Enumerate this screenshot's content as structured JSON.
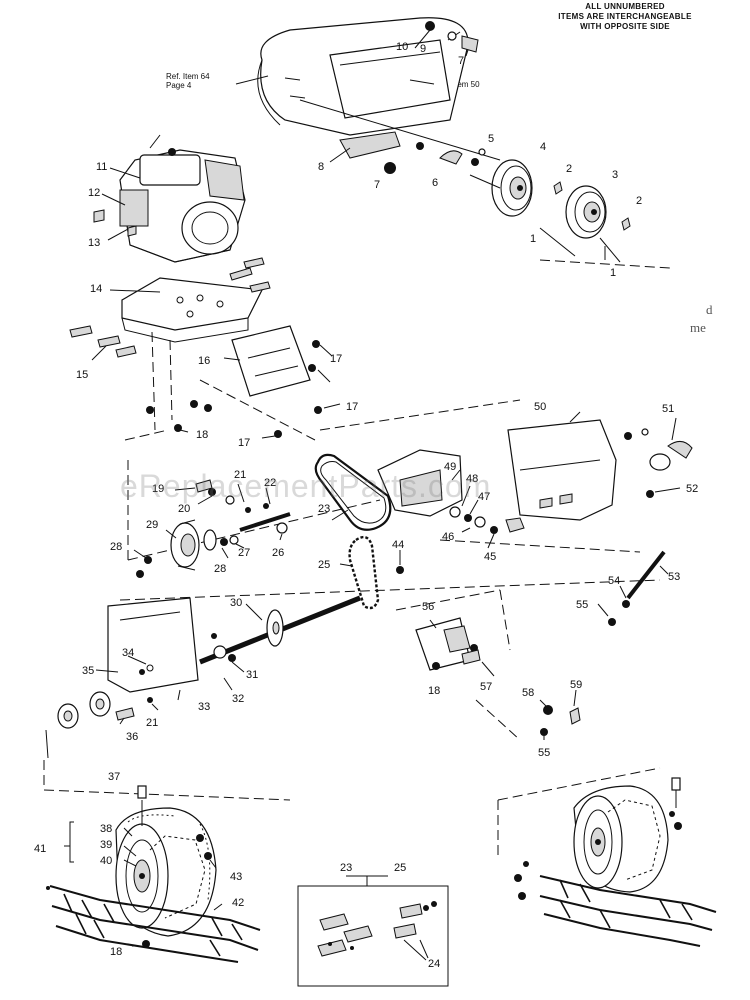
{
  "note": {
    "lines": [
      "ALL UNNUMBERED",
      "ITEMS ARE INTERCHANGEABLE",
      "WITH OPPOSITE SIDE"
    ]
  },
  "refs": {
    "ref_64": [
      "Ref. Item 64",
      "Page 4"
    ],
    "ref_50": "Ref. Item 50"
  },
  "watermark": "eReplacementParts.com",
  "fragment_text": [
    "d",
    "me"
  ],
  "inset": {
    "label_left": "23",
    "label_right": "25",
    "label_bottom": "24"
  },
  "callouts": [
    {
      "label": "10"
    },
    {
      "label": "9"
    },
    {
      "label": "7"
    },
    {
      "label": "8"
    },
    {
      "label": "7"
    },
    {
      "label": "6"
    },
    {
      "label": "5"
    },
    {
      "label": "4"
    },
    {
      "label": "2"
    },
    {
      "label": "3"
    },
    {
      "label": "2"
    },
    {
      "label": "1"
    },
    {
      "label": "1"
    },
    {
      "label": "11"
    },
    {
      "label": "12"
    },
    {
      "label": "13"
    },
    {
      "label": "14"
    },
    {
      "label": "15"
    },
    {
      "label": "16"
    },
    {
      "label": "17"
    },
    {
      "label": "17"
    },
    {
      "label": "17"
    },
    {
      "label": "18"
    },
    {
      "label": "50"
    },
    {
      "label": "51"
    },
    {
      "label": "52"
    },
    {
      "label": "49"
    },
    {
      "label": "48"
    },
    {
      "label": "47"
    },
    {
      "label": "46"
    },
    {
      "label": "45"
    },
    {
      "label": "44"
    },
    {
      "label": "19"
    },
    {
      "label": "21"
    },
    {
      "label": "22"
    },
    {
      "label": "20"
    },
    {
      "label": "23"
    },
    {
      "label": "29"
    },
    {
      "label": "27"
    },
    {
      "label": "26"
    },
    {
      "label": "28"
    },
    {
      "label": "28"
    },
    {
      "label": "25"
    },
    {
      "label": "53"
    },
    {
      "label": "54"
    },
    {
      "label": "55"
    },
    {
      "label": "30"
    },
    {
      "label": "56"
    },
    {
      "label": "34"
    },
    {
      "label": "31"
    },
    {
      "label": "35"
    },
    {
      "label": "32"
    },
    {
      "label": "33"
    },
    {
      "label": "21"
    },
    {
      "label": "36"
    },
    {
      "label": "18"
    },
    {
      "label": "57"
    },
    {
      "label": "58"
    },
    {
      "label": "59"
    },
    {
      "label": "55"
    },
    {
      "label": "37"
    },
    {
      "label": "38"
    },
    {
      "label": "39"
    },
    {
      "label": "40"
    },
    {
      "label": "41"
    },
    {
      "label": "43"
    },
    {
      "label": "42"
    },
    {
      "label": "18"
    }
  ]
}
